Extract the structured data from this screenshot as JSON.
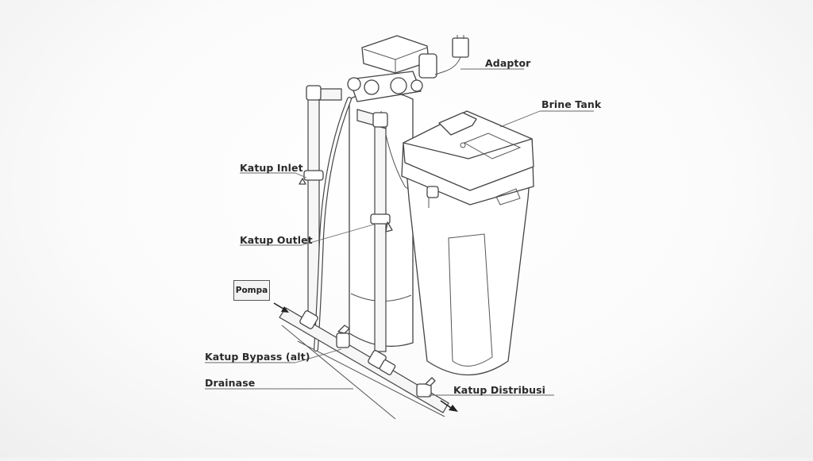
{
  "labels": {
    "adaptor": "Adaptor",
    "brine_tank": "Brine Tank",
    "katup_inlet": "Katup Inlet",
    "katup_outlet": "Katup Outlet",
    "pompa": "Pompa",
    "katup_bypass": "Katup Bypass (alt)",
    "drainase": "Drainase",
    "katup_distribusi": "Katup Distribusi"
  }
}
